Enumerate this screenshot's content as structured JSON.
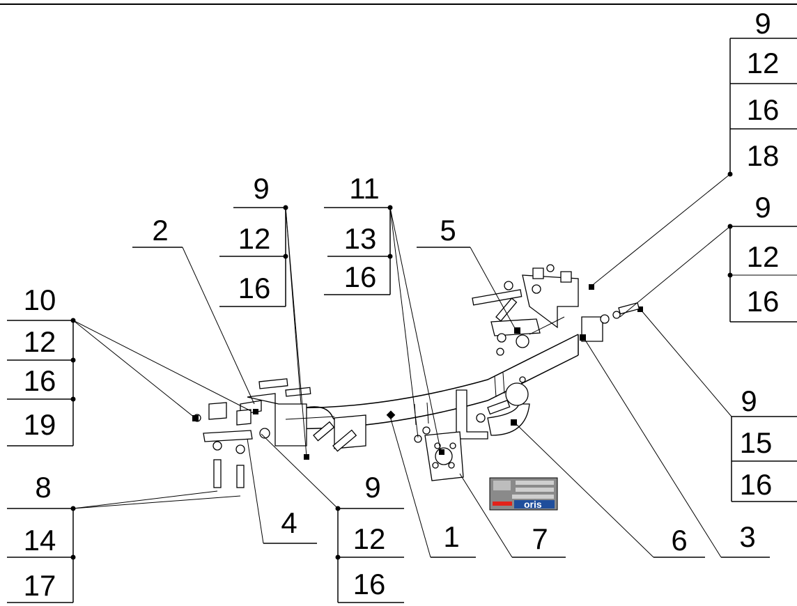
{
  "callouts": {
    "c_top_right": [
      "9",
      "12",
      "16",
      "18"
    ],
    "c_mid_right": [
      "9",
      "12",
      "16"
    ],
    "c_left_upper": [
      "10",
      "12",
      "16",
      "19"
    ],
    "c_left_lower": [
      "8",
      "14",
      "17"
    ],
    "c_2": [
      "2"
    ],
    "c_9_12_16_upper": [
      "9",
      "12",
      "16"
    ],
    "c_11_13_16": [
      "11",
      "13",
      "16"
    ],
    "c_5": [
      "5"
    ],
    "c_4": [
      "4"
    ],
    "c_9_12_16_lower": [
      "9",
      "12",
      "16"
    ],
    "c_1": [
      "1"
    ],
    "c_7": [
      "7"
    ],
    "c_6": [
      "6"
    ],
    "c_3": [
      "3"
    ],
    "c_9_15_16": [
      "9",
      "15",
      "16"
    ]
  },
  "plate": {
    "brand": "oris"
  },
  "colors": {
    "line": "#000000",
    "plate_bg": "#8a8a8a",
    "brand_red": "#e2231a",
    "brand_blue": "#1f4e9c"
  }
}
